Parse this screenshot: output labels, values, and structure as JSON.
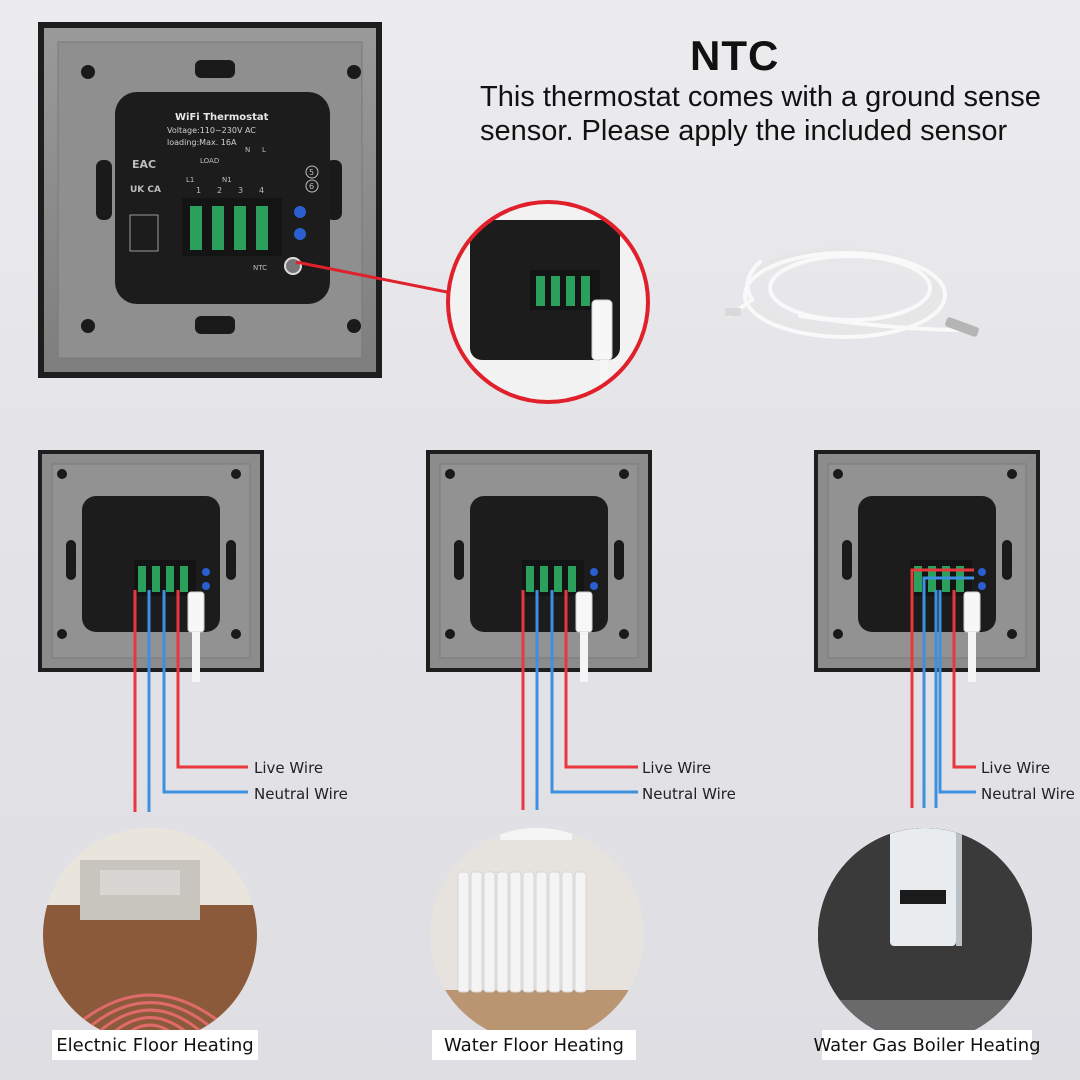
{
  "header": {
    "title": "NTC",
    "description": "This thermostat comes with a ground sense sensor. Please apply the included sensor"
  },
  "device_text": {
    "model": "WiFi Thermostat",
    "voltage": "Voltage:110~230V AC",
    "loading": "loading:Max. 16A",
    "load": "LOAD",
    "ntc": "NTC",
    "terminals": [
      "L1",
      "N1",
      "1",
      "2",
      "3",
      "4",
      "N",
      "L",
      "5",
      "6"
    ],
    "marks": [
      "EAC",
      "UK CA"
    ]
  },
  "wires": {
    "live": "Live Wire",
    "neutral": "Neutral Wire"
  },
  "applications": [
    {
      "caption": "Electnic Floor Heating"
    },
    {
      "caption": "Water Floor Heating"
    },
    {
      "caption": "Water Gas Boiler Heating"
    }
  ],
  "colors": {
    "live_wire": "#e8383d",
    "neutral_wire": "#3d8fe0",
    "callout_ring": "#e0202a",
    "frame": "#8a8a8a",
    "module": "#1c1c1c"
  }
}
